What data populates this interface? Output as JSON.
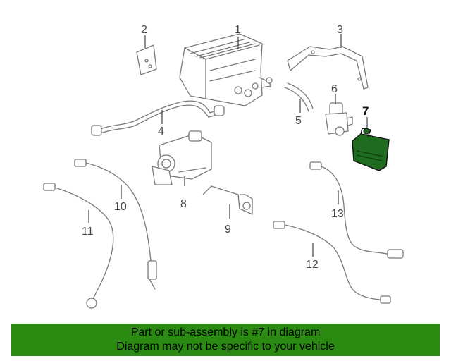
{
  "diagram": {
    "callouts": {
      "c1": "1",
      "c2": "2",
      "c3": "3",
      "c4": "4",
      "c5": "5",
      "c6": "6",
      "c7": "7",
      "c8": "8",
      "c9": "9",
      "c10": "10",
      "c11": "11",
      "c12": "12",
      "c13": "13"
    },
    "highlighted_part": "7",
    "highlight_color": "#1f6b1f"
  },
  "banner": {
    "line1": "Part or sub-assembly is #7 in diagram",
    "line2": "Diagram may not be specific to your vehicle",
    "background_color": "#2a8a12"
  }
}
